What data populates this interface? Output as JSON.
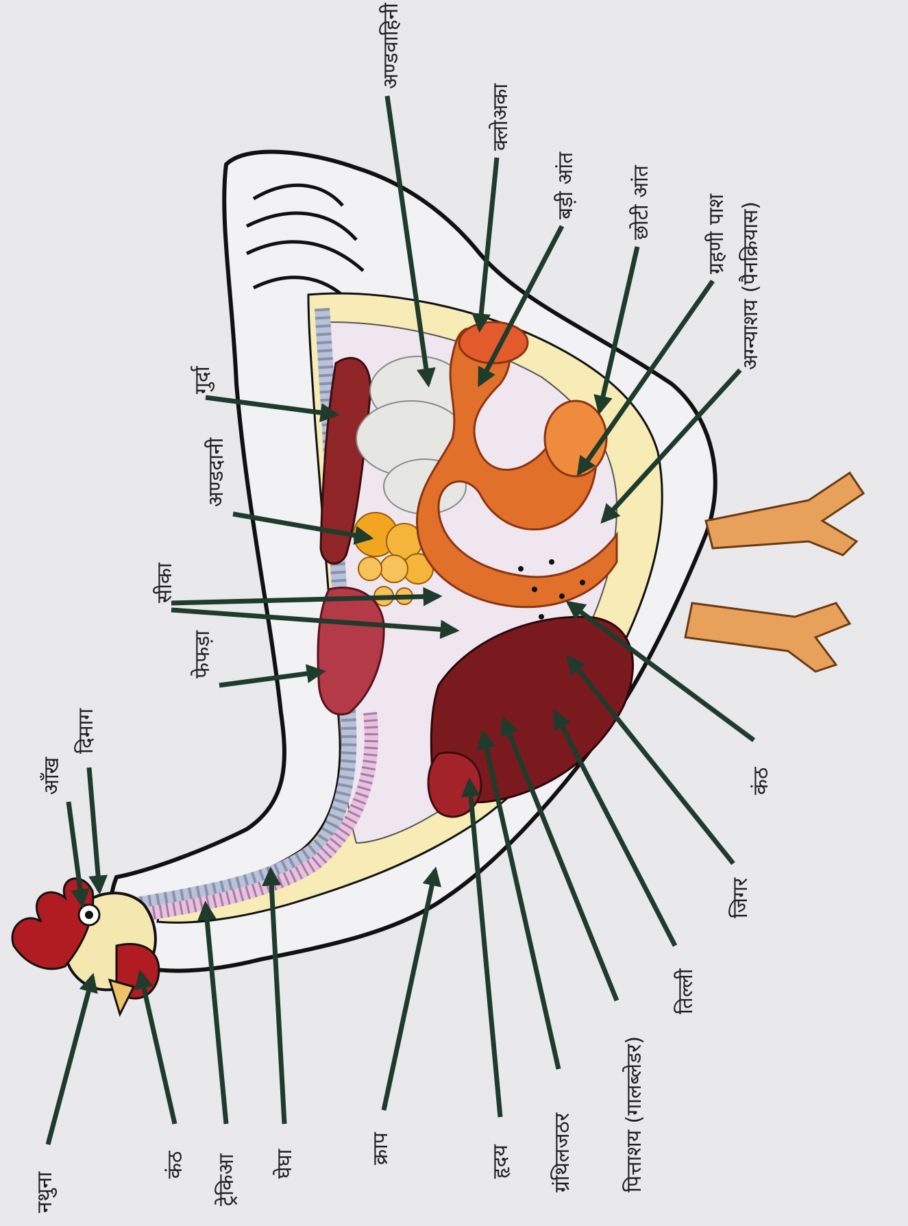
{
  "labels": {
    "nostril": "नथुना",
    "throat": "कंठ",
    "trachea": "ट्रेकिआ",
    "esophagus": "घेघा",
    "crop": "क्राप",
    "heart": "हृदय",
    "proventriculus": "ग्रंथिलजठर",
    "gallbladder": "पित्ताशय (गालब्लेडर)",
    "spleen": "तिल्ली",
    "liver": "जिगर",
    "gizzard": "कंठ",
    "pancreas": "अग्न्याशय (पैनक्रियास)",
    "duodenal_loop": "ग्रहणी पाश",
    "small_intestine": "छोटी आंत",
    "large_intestine": "बड़ी आंत",
    "cloaca": "क्लोअका",
    "oviduct": "अण्डवाहिनी",
    "kidney": "गुर्दा",
    "ovary": "अण्डदानी",
    "air_sac": "सीका",
    "lung": "फेफड़ा",
    "brain": "दिमाग",
    "eye": "आँख"
  },
  "colors": {
    "background": "#e9e9ec",
    "outline": "#111111",
    "arrow": "#1e3b2c",
    "fat": "#f7ecb6",
    "comb": "#b01c22",
    "liver": "#7a1a1f",
    "kidney": "#8f2527",
    "intestine": "#e0702a",
    "ovary": "#f2a51e",
    "lung": "#b43a48",
    "feet": "#e7a15b"
  }
}
